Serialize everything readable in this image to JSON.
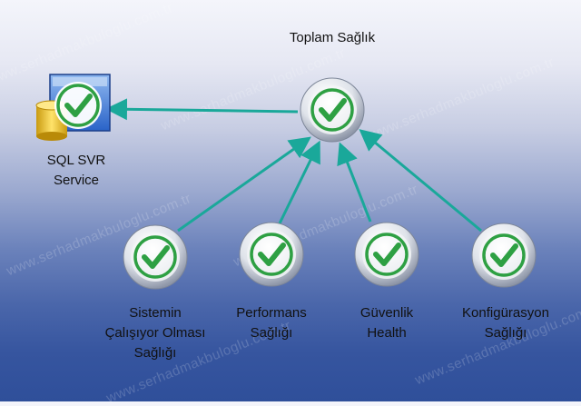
{
  "root": {
    "label": "Toplam Sağlık"
  },
  "service": {
    "lines": [
      "SQL SVR",
      "Service"
    ],
    "icon": "database-check-icon"
  },
  "children": [
    {
      "key": "sistemin",
      "lines": [
        "Sistemin",
        "Çalışıyor Olması",
        "Sağlığı"
      ]
    },
    {
      "key": "performans",
      "lines": [
        "Performans",
        "Sağlığı"
      ]
    },
    {
      "key": "guvenlik",
      "lines": [
        "Güvenlik",
        "Health"
      ]
    },
    {
      "key": "konfigurasyon",
      "lines": [
        "Konfigürasyon",
        "Sağlığı"
      ]
    }
  ],
  "watermark": "www.serhadmakbuloglu.com.tr",
  "colors": {
    "arrow": "#1aa89a",
    "check": "#2ea043",
    "ring": "#e3e7ee"
  },
  "status_icon": "green-check-icon"
}
